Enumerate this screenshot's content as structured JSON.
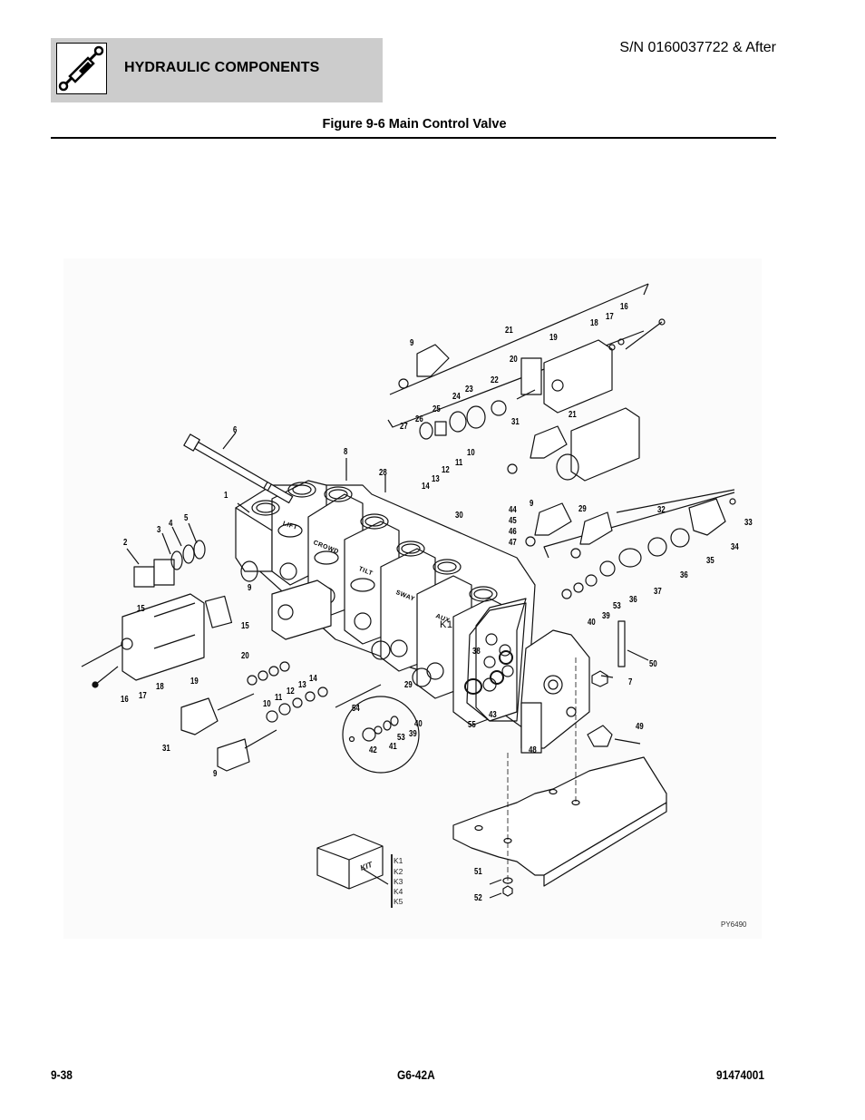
{
  "header": {
    "section_title": "HYDRAULIC COMPONENTS",
    "section_icon": "hydraulic-cylinder-icon",
    "serial_range": "S/N 0160037722 & After",
    "figure_title": "Figure 9-6 Main Control Valve"
  },
  "diagram": {
    "drawing_id": "PY6490",
    "section_labels": [
      "LIFT",
      "CROWD",
      "TILT",
      "SWAY",
      "AUX",
      "K1"
    ],
    "kit_label": "KIT",
    "kit_items": [
      "K1",
      "K2",
      "K3",
      "K4",
      "K5"
    ],
    "callouts": {
      "c1": "1",
      "c2": "2",
      "c3": "3",
      "c4": "4",
      "c5": "5",
      "c6": "6",
      "c7": "7",
      "c8": "8",
      "c9a": "9",
      "c9b": "9",
      "c9c": "9",
      "c9d": "9",
      "c10a": "10",
      "c10b": "10",
      "c11a": "11",
      "c11b": "11",
      "c12a": "12",
      "c12b": "12",
      "c13a": "13",
      "c13b": "13",
      "c14a": "14",
      "c14b": "14",
      "c15a": "15",
      "c15b": "15",
      "c16a": "16",
      "c16b": "16",
      "c17a": "17",
      "c17b": "17",
      "c18a": "18",
      "c18b": "18",
      "c19a": "19",
      "c19b": "19",
      "c20a": "20",
      "c20b": "20",
      "c21a": "21",
      "c21b": "21",
      "c22": "22",
      "c23": "23",
      "c24": "24",
      "c25": "25",
      "c26": "26",
      "c27": "27",
      "c28": "28",
      "c29a": "29",
      "c29b": "29",
      "c30": "30",
      "c31a": "31",
      "c31b": "31",
      "c32": "32",
      "c33": "33",
      "c34": "34",
      "c35": "35",
      "c36a": "36",
      "c36b": "36",
      "c37": "37",
      "c38": "38",
      "c39a": "39",
      "c39b": "39",
      "c40a": "40",
      "c40b": "40",
      "c41": "41",
      "c42": "42",
      "c43": "43",
      "c44": "44",
      "c45": "45",
      "c46": "46",
      "c47": "47",
      "c48": "48",
      "c49": "49",
      "c50": "50",
      "c51": "51",
      "c52": "52",
      "c53a": "53",
      "c53b": "53",
      "c54": "54",
      "c55": "55"
    }
  },
  "footer": {
    "page_number": "9-38",
    "model": "G6-42A",
    "manual_number": "91474001"
  }
}
